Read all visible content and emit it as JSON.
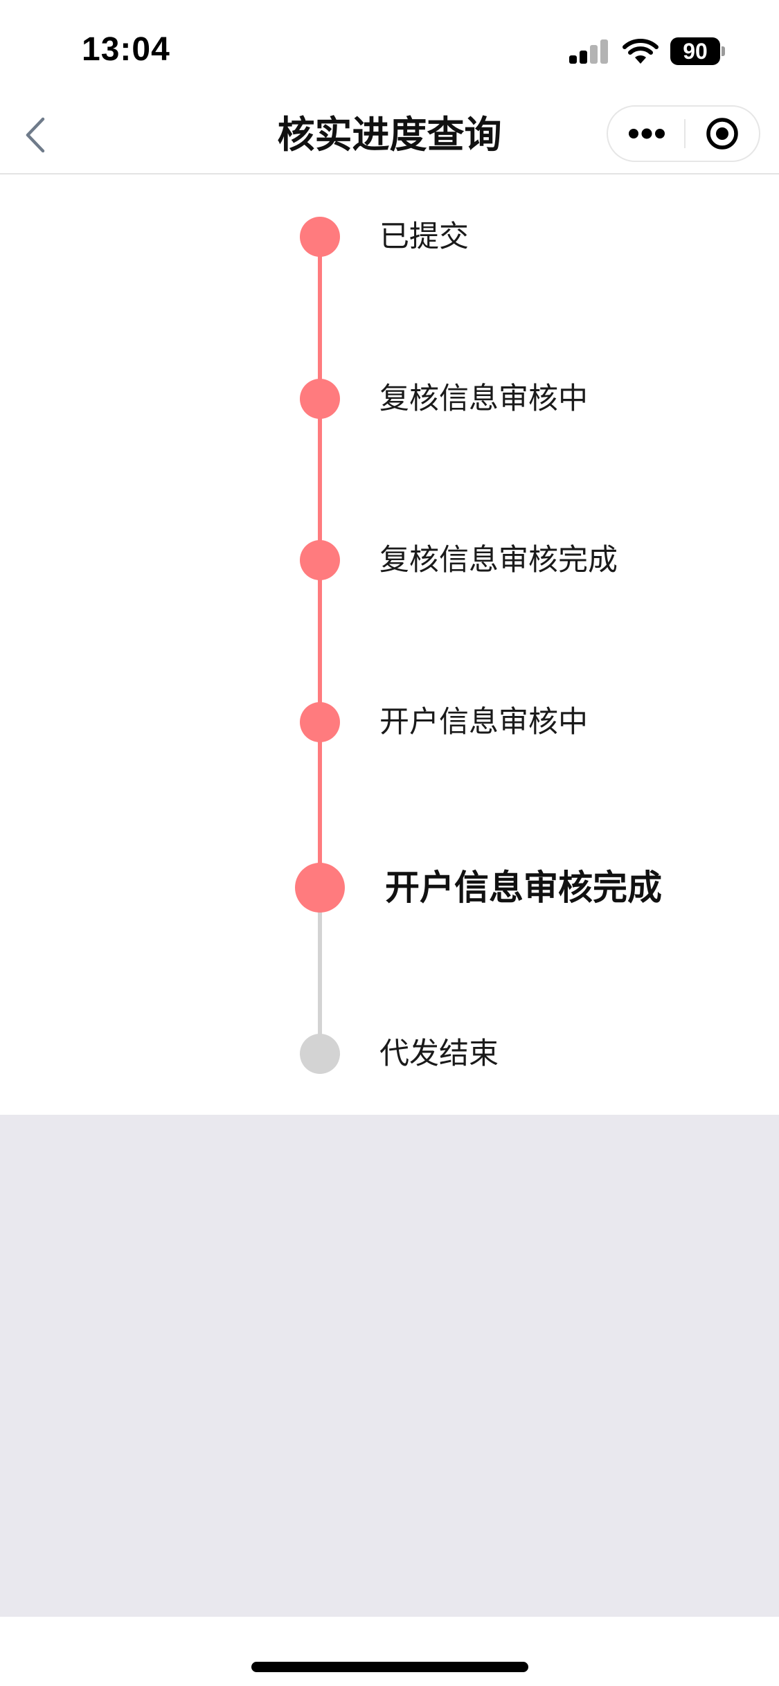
{
  "status_bar": {
    "time": "13:04",
    "battery_level": "90",
    "icons": [
      "signal-icon",
      "wifi-icon",
      "battery-icon"
    ]
  },
  "nav": {
    "title": "核实进度查询",
    "back_icon": "chevron-left-icon",
    "more_icon": "more-dots-icon",
    "close_icon": "target-close-icon"
  },
  "timeline": {
    "steps": [
      {
        "label": "已提交",
        "status": "done"
      },
      {
        "label": "复核信息审核中",
        "status": "done"
      },
      {
        "label": "复核信息审核完成",
        "status": "done"
      },
      {
        "label": "开户信息审核中",
        "status": "done"
      },
      {
        "label": "开户信息审核完成",
        "status": "current"
      },
      {
        "label": "代发结束",
        "status": "pending"
      }
    ]
  },
  "colors": {
    "accent": "#ff7b7e",
    "pending": "#d3d3d3",
    "background_gray": "#e9e8ee"
  }
}
